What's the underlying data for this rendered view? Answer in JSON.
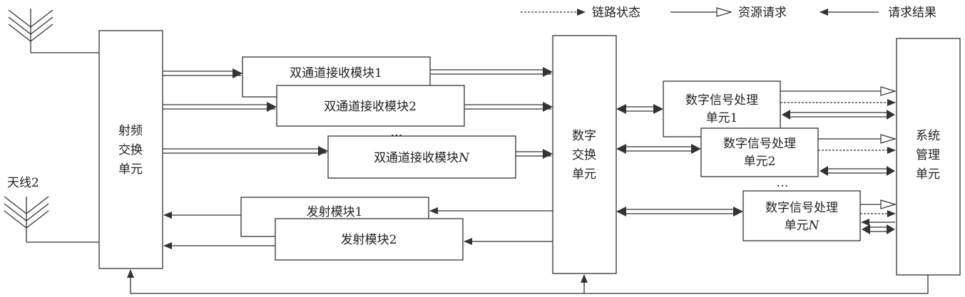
{
  "legend": {
    "link_state": "链路状态",
    "resource_request": "资源请求",
    "request_result": "请求结果"
  },
  "antenna2_label": "天线2",
  "rf_switch": [
    "射频",
    "交换",
    "单元"
  ],
  "receivers": {
    "rx1": "双通道接收模块1",
    "rx2": "双通道接收模块2",
    "ellipsis": "…",
    "rxn_prefix": "双通道接收模块",
    "rxn_suffix": "N"
  },
  "transmitters": {
    "tx1": "发射模块1",
    "tx2": "发射模块2"
  },
  "digital_switch": [
    "数字",
    "交换",
    "单元"
  ],
  "dsp_units": {
    "dsp1": [
      "数字信号处理",
      "单元1"
    ],
    "dsp2": [
      "数字信号处理",
      "单元2"
    ],
    "ellipsis": "…",
    "dspn_line1": "数字信号处理",
    "dspn_prefix": "单元",
    "dspn_suffix": "N"
  },
  "system_mgmt": [
    "系统",
    "管理",
    "单元"
  ]
}
